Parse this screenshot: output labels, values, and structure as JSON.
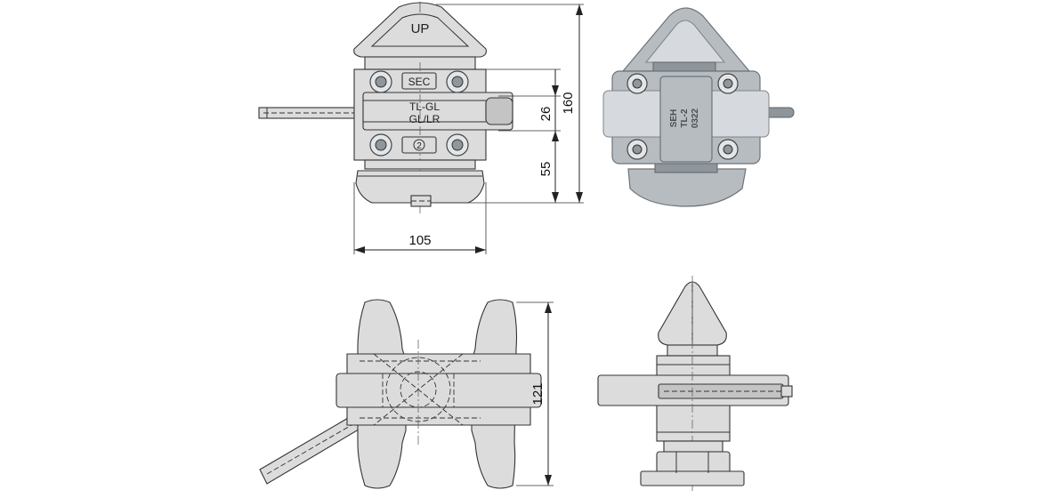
{
  "front_view": {
    "top_label": "UP",
    "plate_label": "SEC",
    "body_label_line1": "TL-GL",
    "body_label_line2": "GL/LR",
    "circle_label": "2"
  },
  "photo": {
    "stamp_lines": [
      "SEH",
      "TL-2",
      "0322"
    ]
  },
  "dimensions": {
    "width_105": "105",
    "height_160": "160",
    "height_26": "26",
    "height_55": "55",
    "height_121": "121"
  }
}
